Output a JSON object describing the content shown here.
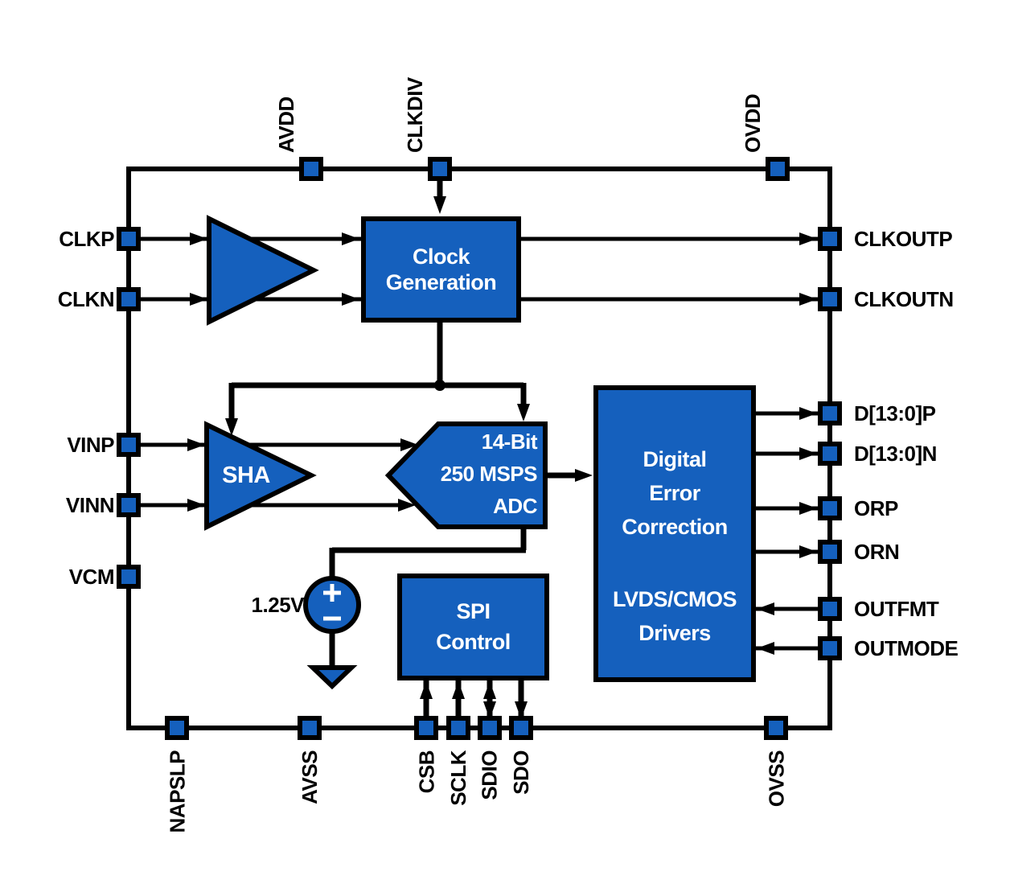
{
  "diagram": {
    "background": "#ffffff",
    "block_fill": "#1560BD",
    "line_color": "#000000",
    "label_color": "#000000",
    "block_text_color": "#ffffff"
  },
  "blocks": {
    "clock_generation": "Clock\nGeneration",
    "sha": "SHA",
    "adc": "14-Bit\n250 MSPS\nADC",
    "digital_error_correction": "Digital\nError\nCorrection",
    "lvds_cmos_drivers": "LVDS/CMOS\nDrivers",
    "spi_control": "SPI\nControl"
  },
  "voltage_source": {
    "label": "1.25V",
    "plus": "+",
    "minus": "−"
  },
  "pins": {
    "top": [
      {
        "label": "AVDD"
      },
      {
        "label": "CLKDIV"
      },
      {
        "label": "OVDD"
      }
    ],
    "left": [
      {
        "label": "CLKP"
      },
      {
        "label": "CLKN"
      },
      {
        "label": "VINP"
      },
      {
        "label": "VINN"
      },
      {
        "label": "VCM"
      }
    ],
    "right": [
      {
        "label": "CLKOUTP"
      },
      {
        "label": "CLKOUTN"
      },
      {
        "label": "D[13:0]P"
      },
      {
        "label": "D[13:0]N"
      },
      {
        "label": "ORP"
      },
      {
        "label": "ORN"
      },
      {
        "label": "OUTFMT"
      },
      {
        "label": "OUTMODE"
      }
    ],
    "bottom": [
      {
        "label": "NAPSLP"
      },
      {
        "label": "AVSS"
      },
      {
        "label": "CSB"
      },
      {
        "label": "SCLK"
      },
      {
        "label": "SDIO"
      },
      {
        "label": "SDO"
      },
      {
        "label": "OVSS"
      }
    ]
  }
}
